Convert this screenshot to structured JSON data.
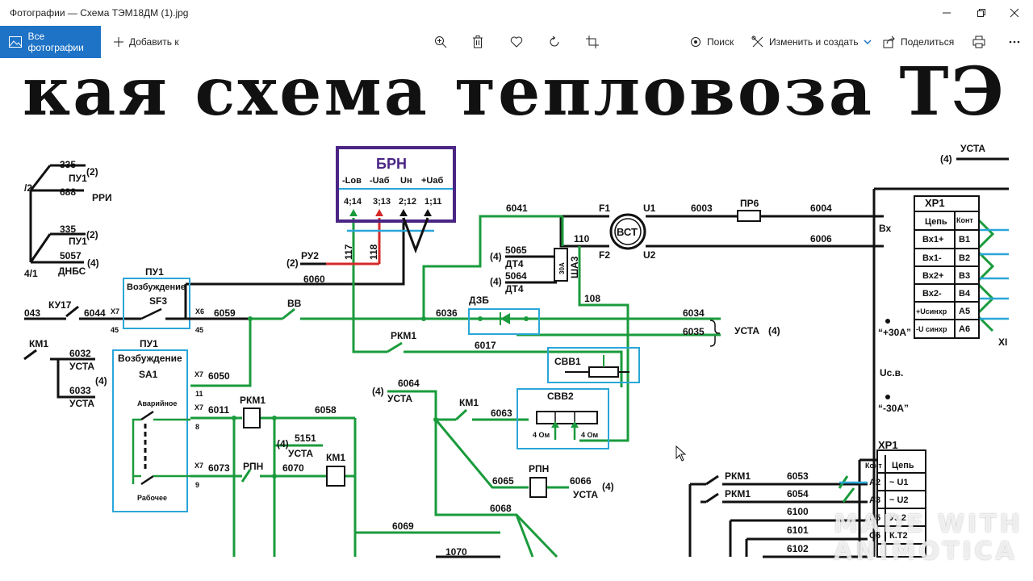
{
  "window": {
    "title": "Фотографии — Схема ТЭМ18ДМ (1).jpg"
  },
  "toolbar": {
    "all_photos": "Все фотографии",
    "add": "Добавить к",
    "search": "Поиск",
    "edit_create": "Изменить и создать",
    "share": "Поделиться"
  },
  "colors": {
    "accent": "#1e73c6",
    "wire_green": "#1a9b3c",
    "wire_red": "#d42a2a",
    "wire_black": "#111111",
    "box_purple": "#4a2585",
    "box_blue": "#2aa6d8"
  },
  "image": {
    "heading": "кая схема тепловоза ТЭ",
    "watermark_line1": "MADE WITH",
    "watermark_line2": "ANIMOTICA",
    "labels": {
      "brn": "БРН",
      "brn_lov": "-Lов",
      "brn_uab_minus": "-Uаб",
      "brn_un": "Uн",
      "brn_uab_plus": "+Uаб",
      "brn_pin1": "4;14",
      "brn_pin2": "3;13",
      "brn_pin3": "2;12",
      "brn_pin4": "1;11",
      "w335a": "335",
      "pu1a": "ПУ1",
      "two_a": "(2)",
      "w688": "688",
      "rri": "РРИ",
      "w335b": "335",
      "pu1b": "ПУ1",
      "two_b": "(2)",
      "w5057": "5057",
      "dnbs": "ДНБС",
      "four_a": "(4)",
      "node2": "/2",
      "node41": "4/1",
      "pu1_box_title": "ПУ1",
      "pu1_box_sub": "Возбуждение",
      "sf3": "SF3",
      "pu1_main": "ПУ1",
      "pu1_main_sub": "Возбуждение",
      "sa1": "SA1",
      "avar": "Аварийное",
      "rabochee": "Рабочее",
      "ku17": "КУ17",
      "w6044": "6044",
      "w043": "043",
      "x7a": "X7",
      "n45a": "45",
      "x6": "X6",
      "n45b": "45",
      "w6059": "6059",
      "vb": "ВВ",
      "km1a": "КМ1",
      "w6032": "6032",
      "usta_a": "УСТА",
      "four_b": "(4)",
      "w6033": "6033",
      "usta_b": "УСТА",
      "x7b": "X7",
      "n11": "11",
      "w6050": "6050",
      "x7c": "X7",
      "n8": "8",
      "w6011": "6011",
      "rkm1a": "РКМ1",
      "w6058": "6058",
      "x7d": "X7",
      "n9": "9",
      "w6073": "6073",
      "rpn_a": "РПН",
      "w6070": "6070",
      "km1b": "КМ1",
      "w5151": "5151",
      "usta_c": "УСТА",
      "four_c": "(4)",
      "ru2": "РУ2",
      "two_c": "(2)",
      "w117": "117",
      "w118": "118",
      "w6060": "6060",
      "w6041": "6041",
      "f1": "F1",
      "u1": "U1",
      "vst": "ВСТ",
      "f2": "F2",
      "u2": "U2",
      "w6003": "6003",
      "pr6": "ПР6",
      "w6004": "6004",
      "w6006": "6006",
      "vx": "Вх",
      "w110": "110",
      "w5065": "5065",
      "dt4a": "ДТ4",
      "four_d": "(4)",
      "w5064": "5064",
      "dt4b": "ДТ4",
      "four_e": "(4)",
      "sha3": "ША3",
      "a30": "30А",
      "w108": "108",
      "dzb": "ДЗБ",
      "w6036": "6036",
      "w6034": "6034",
      "w6035": "6035",
      "usta_d": "УСТА",
      "four_f": "(4)",
      "rkm1b": "РКМ1",
      "w6017": "6017",
      "svv1": "СВВ1",
      "svv2": "СВВ2",
      "om4a": "4 Ом",
      "om4b": "4 Ом",
      "w6064": "6064",
      "usta_e": "УСТА",
      "four_g": "(4)",
      "km1c": "КМ1",
      "w6063": "6063",
      "w6065": "6065",
      "rpn_b": "РПН",
      "w6066": "6066",
      "usta_f": "УСТА",
      "four_h": "(4)",
      "w6068": "6068",
      "w6069": "6069",
      "w1070": "1070",
      "usta_top": "УСТА",
      "four_i": "(4)",
      "xp1": "ХР1",
      "cep": "Цепь",
      "kont": "Конт",
      "vx1p": "Вх1+",
      "vx1m": "Вх1-",
      "vx2p": "Вх2+",
      "vx2m": "Вх2-",
      "usinhr_p": "+Uсинхр",
      "usinhr_m": "-U синхр",
      "b1": "В1",
      "b2": "В2",
      "b3": "В3",
      "b4": "В4",
      "a5": "А5",
      "a6": "А6",
      "p30a": "“+30А”",
      "usv": "Uс.в.",
      "m30a": "“-30А”",
      "xi": "XI",
      "xp1b": "ХР1",
      "kont2": "Конт",
      "cep2": "Цепь",
      "a2": "А2",
      "a3": "А3",
      "c5": "С5",
      "c6": "С6",
      "u1r": "~ U1",
      "u2r": "~ U2",
      "uz2": "Уз.2",
      "kt2": "К.Т2",
      "rkm1c": "РКМ1",
      "rkm1d": "РКМ1",
      "w6053": "6053",
      "w6054": "6054",
      "w6100": "6100",
      "w6101": "6101",
      "w6102": "6102"
    }
  }
}
